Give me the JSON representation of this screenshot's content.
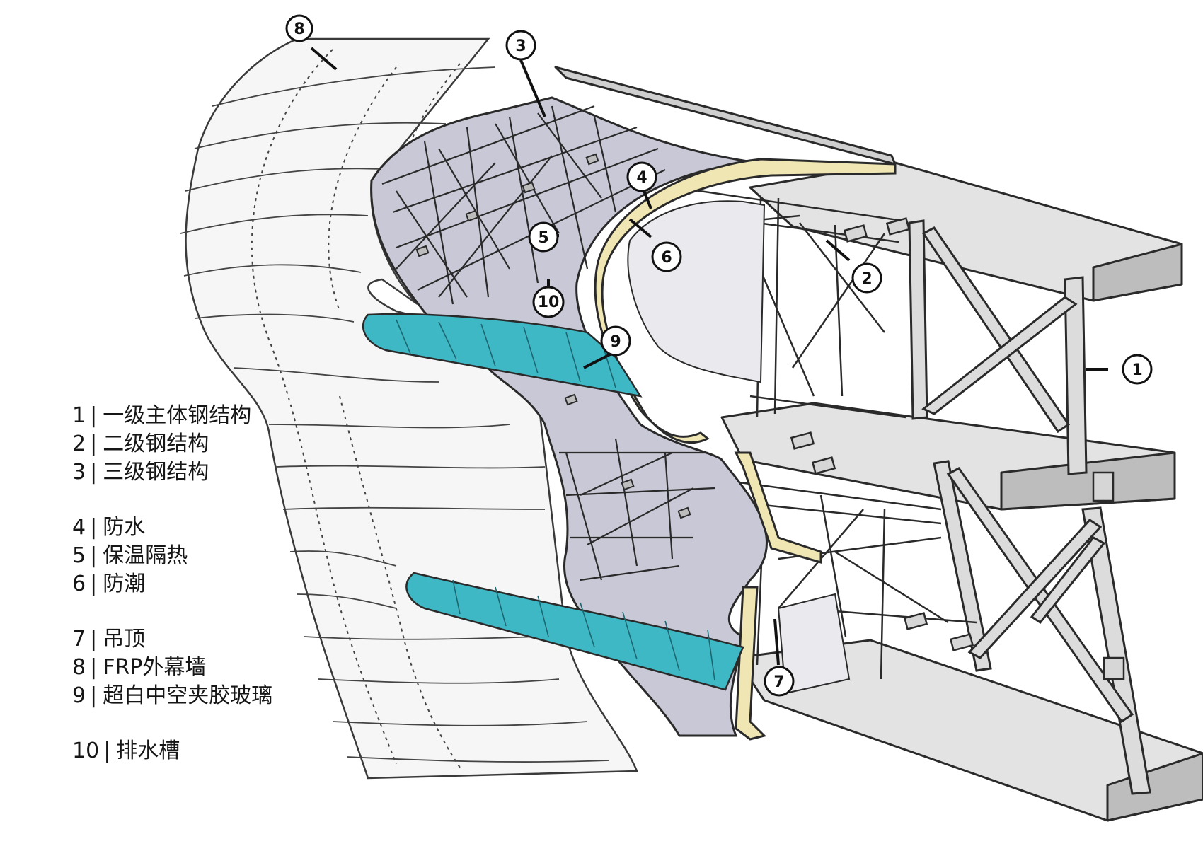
{
  "callouts": [
    "1",
    "2",
    "3",
    "4",
    "5",
    "6",
    "7",
    "8",
    "9",
    "10"
  ],
  "legend": [
    {
      "num": "1",
      "label": "一级主体钢结构"
    },
    {
      "num": "2",
      "label": "二级钢结构"
    },
    {
      "num": "3",
      "label": "三级钢结构"
    },
    {
      "num": "4",
      "label": "防水"
    },
    {
      "num": "5",
      "label": "保温隔热"
    },
    {
      "num": "6",
      "label": "防潮"
    },
    {
      "num": "7",
      "label": "吊顶"
    },
    {
      "num": "8",
      "label": "FRP外幕墙"
    },
    {
      "num": "9",
      "label": "超白中空夹胶玻璃"
    },
    {
      "num": "10",
      "label": "排水槽"
    }
  ],
  "separator": "|",
  "colors": {
    "glass": "#3fb8c6",
    "insulation": "#c5c5d3",
    "waterproof_strip": "#efe6b4",
    "steel": "#d9d9d9",
    "line": "#2a2a2a"
  }
}
